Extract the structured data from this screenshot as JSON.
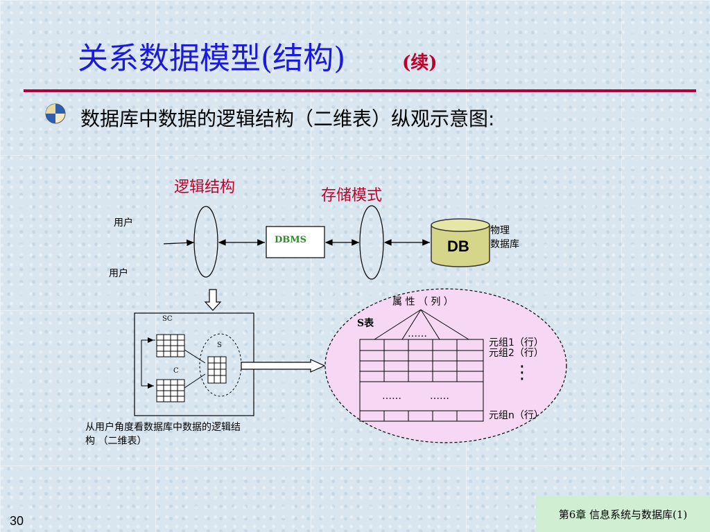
{
  "slide": {
    "title": "关系数据模型(结构)",
    "title_continuation": "(续)",
    "bullet": "数据库中数据的逻辑结构（二维表）纵观示意图:",
    "page_number": "30",
    "footer": "第6章  信息系统与数据库(1)"
  },
  "diagram": {
    "logical_structure_label": "逻辑结构",
    "storage_schema_label": "存储模式",
    "user_label_1": "用户",
    "user_label_2": "用户",
    "dbms_label": "DBMS",
    "db_label": "DB",
    "physical_db_label_1": "物理",
    "physical_db_label_2": "数据库",
    "sc_label": "SC",
    "s_label": "S",
    "c_label": "C",
    "caption_1": "从用户角度看数据库中数据的逻辑结",
    "caption_2": "构  （二维表）",
    "attributes_label": "属 性 （ 列 ）",
    "s_table_label": "S表",
    "ellipsis_top": "……",
    "ellipsis_mid_1": "……",
    "ellipsis_mid_2": "……",
    "tuple_1": "元组1（行）",
    "tuple_2": "元组2（行）",
    "tuple_n": "元组n（行）",
    "vertical_dots": "⋮"
  },
  "colors": {
    "title": "#1a1adc",
    "accent_red": "#c0002a",
    "dbms_text": "#2e8b2e",
    "db_cylinder": "#d6d68a",
    "ellipse_fill": "#f6d8f4",
    "footer_bg": "#cfeed2"
  }
}
